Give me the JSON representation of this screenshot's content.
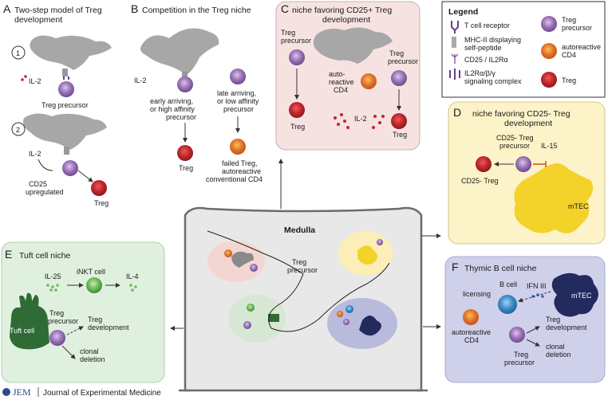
{
  "panelA": {
    "letter": "A",
    "title1": "Two-step model of Treg",
    "title2": "development",
    "step1": "1",
    "step2": "2",
    "il2": "IL-2",
    "il2b": "IL-2",
    "precursor": "Treg precursor",
    "cd25_1": "CD25",
    "cd25_2": "upregulated",
    "treg": "Treg"
  },
  "panelB": {
    "letter": "B",
    "title": "Competition in the Treg niche",
    "il2": "IL-2",
    "early1": "early arriving,",
    "early2": "or high affinity",
    "early3": "precursor",
    "late1": "late arriving,",
    "late2": "or low affinity",
    "late3": "precursor",
    "treg": "Treg",
    "failed1": "failed Treg,",
    "failed2": "autoreactive",
    "failed3": "conventional CD4"
  },
  "panelC": {
    "letter": "C",
    "title1": "niche favoring CD25+ Treg",
    "title2": "development",
    "prec1a": "Treg",
    "prec1b": "precursor",
    "prec2a": "Treg",
    "prec2b": "precursor",
    "auto1": "auto-",
    "auto2": "reactive",
    "auto3": "CD4",
    "il2": "IL-2",
    "treg1": "Treg",
    "treg2": "Treg"
  },
  "legend": {
    "title": "Legend",
    "tcr": "T cell receptor",
    "mhc1": "MHC-II displaying",
    "mhc2": "self-peptide",
    "cd25": "CD25 / IL2Rα",
    "il2r1": "IL2Rα/β/γ",
    "il2r2": "signaling complex",
    "prec1": "Treg",
    "prec2": "precursor",
    "auto1": "autoreactive",
    "auto2": "CD4",
    "treg": "Treg"
  },
  "panelD": {
    "letter": "D",
    "title1": "niche favoring CD25- Treg",
    "title2": "development",
    "prec1": "CD25- Treg",
    "prec2": "precursor",
    "il15": "IL-15",
    "treg": "CD25- Treg",
    "mtec": "mTEC"
  },
  "medulla": {
    "title": "Medulla",
    "prec1": "Treg",
    "prec2": "precursor"
  },
  "panelE": {
    "letter": "E",
    "title": "Tuft cell niche",
    "il25": "IL-25",
    "inkt": "iNKT cell",
    "il4": "IL-4",
    "tuft": "Tuft cell",
    "prec1": "Treg",
    "prec2": "precursor",
    "dev1": "Treg",
    "dev2": "development",
    "del1": "clonal",
    "del2": "deletion"
  },
  "panelF": {
    "letter": "F",
    "title": "Thymic B cell niche",
    "bcell": "B cell",
    "ifn": "IFN III",
    "mtec": "mTEC",
    "licensing": "licensing",
    "auto1": "autoreactive",
    "auto2": "CD4",
    "prec1": "Treg",
    "prec2": "precursor",
    "dev1": "Treg",
    "dev2": "development",
    "del1": "clonal",
    "del2": "deletion"
  },
  "footer": {
    "logo": "JEM",
    "journal": "Journal of Experimental Medicine"
  },
  "colors": {
    "panelC_bg": "#f6e3e1",
    "panelD_bg": "#fdf3c8",
    "panelE_bg": "#dff0df",
    "panelF_bg": "#cfd0ea",
    "treg": "#c2262e",
    "precursor": "#8d63a8",
    "autoreactive": "#e4742a",
    "mtec": "#f3d22a",
    "tuft": "#2f6b35",
    "medulla": "#e8e8e8"
  }
}
